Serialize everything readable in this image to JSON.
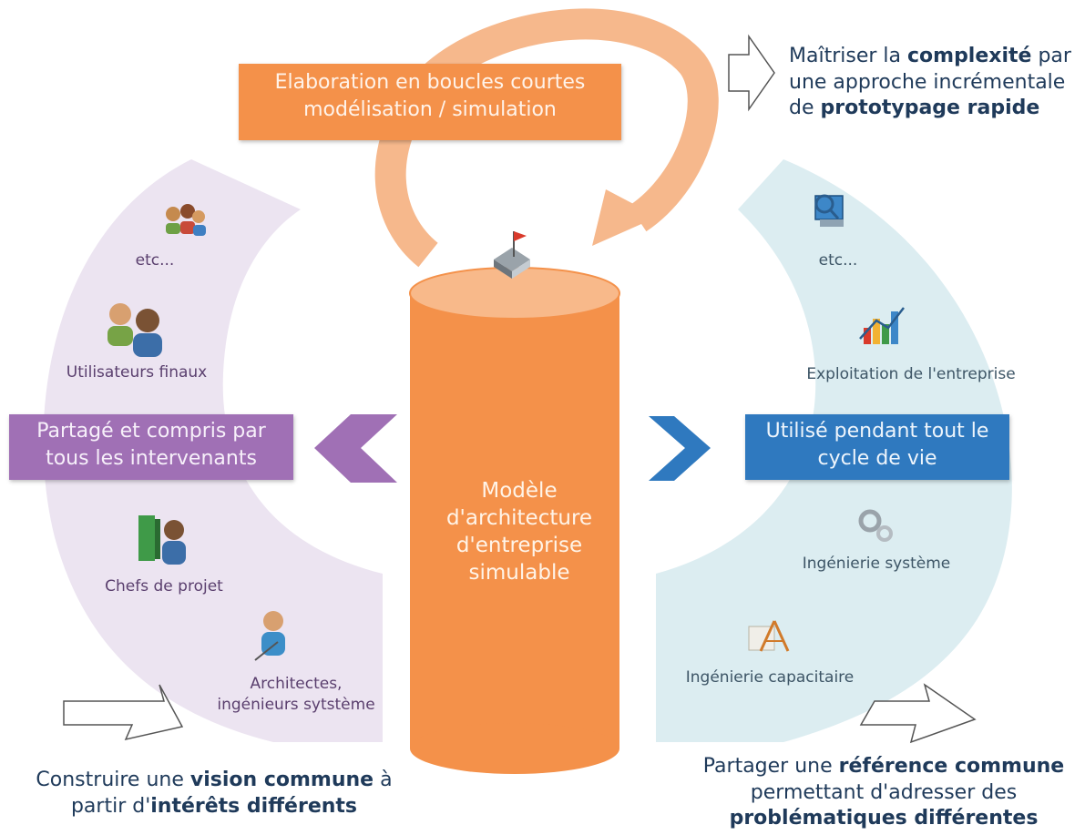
{
  "colors": {
    "orange": "#f4914a",
    "orange_light": "#f6b88c",
    "purple": "#a070b5",
    "purple_light": "#ece4f1",
    "blue": "#2f79bf",
    "blue_light": "#dcedf1"
  },
  "top_box": {
    "line1": "Elaboration en boucles courtes",
    "line2": "modélisation / simulation"
  },
  "top_right": {
    "pre1": "Maîtriser la ",
    "bold1": "complexité",
    "post1": " par",
    "line2": "une approche incrémentale",
    "pre3": "de ",
    "bold3": "prototypage rapide"
  },
  "cylinder": {
    "line1": "Modèle",
    "line2": "d'architecture",
    "line3": "d'entreprise",
    "line4": "simulable"
  },
  "left_box": {
    "line1": "Partagé et compris par",
    "line2": "tous les intervenants"
  },
  "right_box": {
    "line1": "Utilisé pendant tout le",
    "line2": "cycle de vie"
  },
  "left_items": [
    {
      "label": "etc...",
      "icon": "group-icon"
    },
    {
      "label": "Utilisateurs finaux",
      "icon": "users-icon"
    },
    {
      "label": "Chefs de projet",
      "icon": "project-manager-icon"
    },
    {
      "label_line1": "Architectes,",
      "label_line2": "ingénieurs sytstème",
      "icon": "architect-icon"
    }
  ],
  "right_items": [
    {
      "label": "etc...",
      "icon": "search-computer-icon"
    },
    {
      "label": "Exploitation de l'entreprise",
      "icon": "chart-icon"
    },
    {
      "label": "Ingénierie système",
      "icon": "gears-icon"
    },
    {
      "label": "Ingénierie capacitaire",
      "icon": "capability-icon"
    }
  ],
  "bottom_left": {
    "pre1": "Construire une ",
    "bold1": "vision commune",
    "post1": " à",
    "pre2": "partir d'",
    "bold2": "intérêts différents"
  },
  "bottom_right": {
    "pre1": "Partager une ",
    "bold1": "référence commune",
    "line2": "permettant d'adresser des",
    "bold3": "problématiques différentes"
  }
}
